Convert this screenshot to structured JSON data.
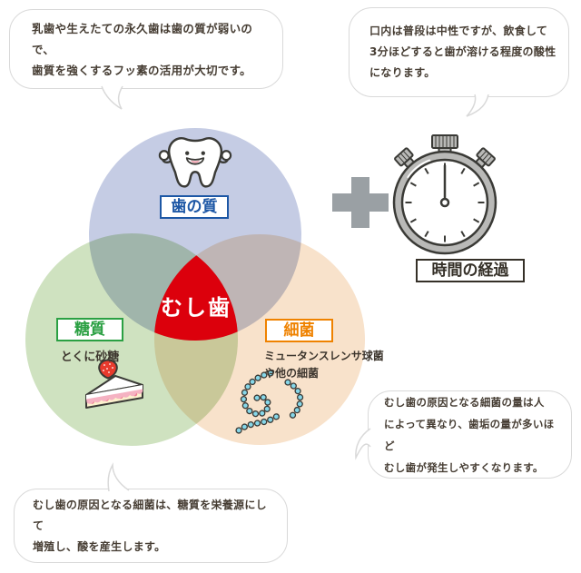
{
  "bubbles": {
    "top_left": {
      "text": "乳歯や生えたての永久歯は歯の質が弱いので、\n歯質を強くするフッ素の活用が大切です。"
    },
    "top_right": {
      "text": "口内は普段は中性ですが、飲食して\n3分ほどすると歯が溶ける程度の酸性\nになります。"
    },
    "bottom_right": {
      "text": "むし歯の原因となる細菌の量は人\nによって異なり、歯垢の量が多いほど\nむし歯が発生しやすくなります。"
    },
    "bottom_left": {
      "text": "むし歯の原因となる細菌は、糖質を栄養源にして\n増殖し、酸を産生します。"
    }
  },
  "venn": {
    "center": {
      "label": "むし歯",
      "color": "#dc000c"
    },
    "tooth_quality": {
      "label": "歯の質",
      "circle_color": "#c5cce4",
      "label_color": "#1d57a5",
      "icon": "tooth-character-icon"
    },
    "sugar": {
      "label": "糖質",
      "sublabel": "とくに砂糖",
      "circle_color": "#cfe2c0",
      "label_color": "#2ba043",
      "icon": "shortcake-icon"
    },
    "bacteria": {
      "label": "細菌",
      "sublabel": "ミュータンスレンサ球菌\nや他の細菌",
      "circle_color": "#f8e2cb",
      "label_color": "#ef8200",
      "icon": "bacteria-chain-icon"
    }
  },
  "time": {
    "label": "時間の経過",
    "icon": "stopwatch-icon",
    "plus_color": "#9aa0a4",
    "box_color": "#353028"
  }
}
